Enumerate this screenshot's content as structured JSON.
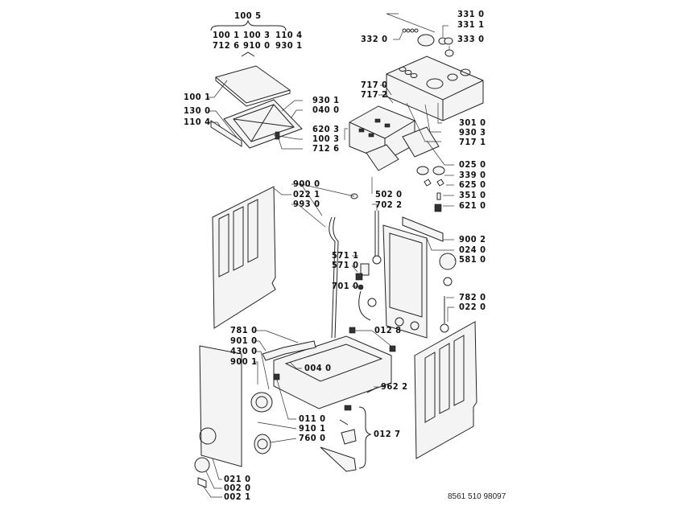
{
  "diagram": {
    "title": "Exploded parts diagram – top-loading washing machine",
    "drawing_number": "8561 510 98097",
    "group_100_5": {
      "label": "100 5",
      "row1": [
        "100 1",
        "100 3",
        "110 4"
      ],
      "row2": [
        "712 6",
        "910 0",
        "930 1"
      ]
    },
    "labels": {
      "l3310": "331 0",
      "l3311": "331 1",
      "l3320": "332 0",
      "l3330": "333 0",
      "l7170": "717 0",
      "l7172": "717 2",
      "l3010": "301 0",
      "l9303": "930 3",
      "l7171": "717 1",
      "l1001": "100 1",
      "l1300": "130 0",
      "l1104": "110 4",
      "l9301": "930 1",
      "l0400": "040 0",
      "l6203": "620 3",
      "l1003": "100 3",
      "l7126": "712 6",
      "l0250": "025 0",
      "l3390": "339 0",
      "l6250": "625 0",
      "l3510": "351 0",
      "l6210": "621 0",
      "l9000": "900 0",
      "l0221": "022 1",
      "l9930": "993 0",
      "l5020": "502 0",
      "l7022": "702 2",
      "l9002": "900 2",
      "l0240": "024 0",
      "l5810": "581 0",
      "l5711": "571 1",
      "l5710": "571 0",
      "l7010": "701 0",
      "l7820": "782 0",
      "l0220": "022 0",
      "l7810": "781 0",
      "l9010": "901 0",
      "l4300": "430 0",
      "l9001": "900 1",
      "l0128": "012 8",
      "l0040": "004 0",
      "l9622": "962 2",
      "l0110": "011 0",
      "l9101": "910 1",
      "l7600": "760 0",
      "l0127": "012 7",
      "l0210": "021 0",
      "l0020": "002 0",
      "l0021": "002 1"
    }
  }
}
